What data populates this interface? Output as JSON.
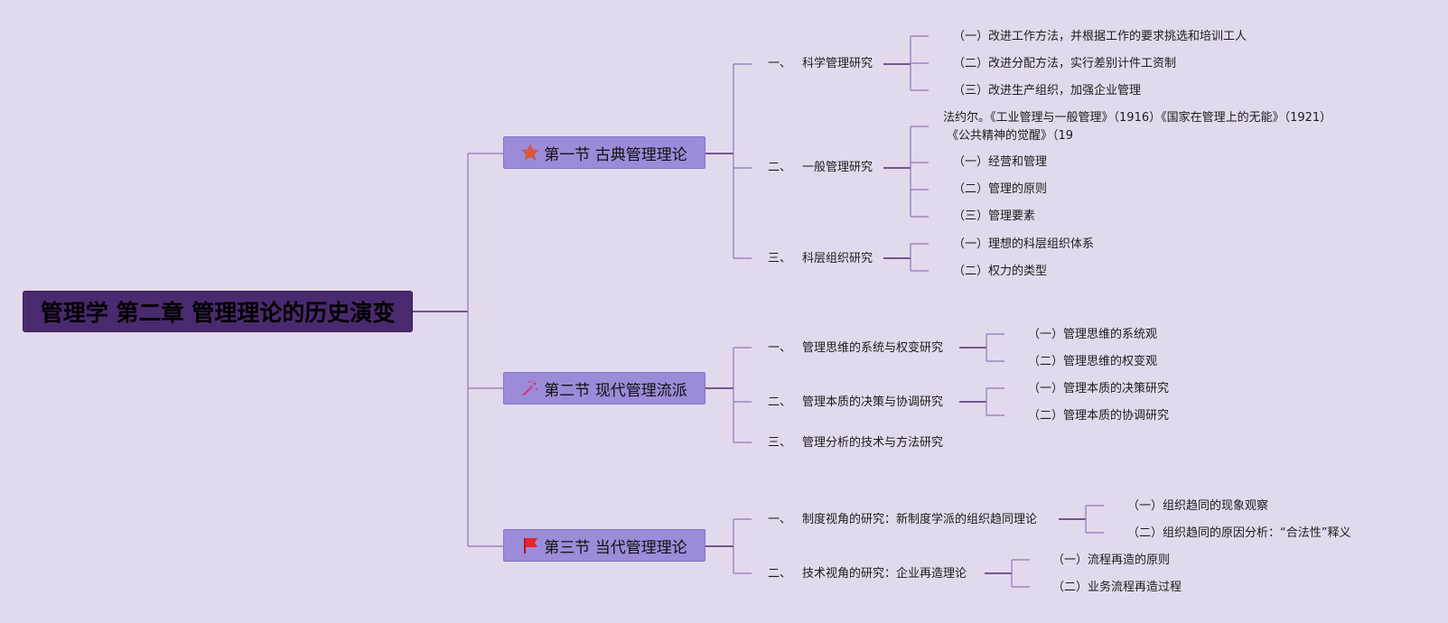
{
  "root": {
    "title": "管理学 第二章 管理理论的历史演变"
  },
  "sections": [
    {
      "icon": "star-icon",
      "title": "第一节 古典管理理论",
      "topics": [
        {
          "num": "一、",
          "text": "科学管理研究",
          "items": [
            "（一）改进工作方法，并根据工作的要求挑选和培训工人",
            "（二）改进分配方法，实行差别计件工资制",
            "（三）改进生产组织，加强企业管理"
          ]
        },
        {
          "num": "二、",
          "text": "一般管理研究",
          "note": [
            "法约尔。《工业管理与一般管理》（1916）《国家在管理上的无能》（1921）",
            "《公共精神的觉醒》（19"
          ],
          "items": [
            "（一）经营和管理",
            "（二）管理的原则",
            "（三）管理要素"
          ]
        },
        {
          "num": "三、",
          "text": "科层组织研究",
          "items": [
            "（一）理想的科层组织体系",
            "（二）权力的类型"
          ]
        }
      ]
    },
    {
      "icon": "magic-wand-icon",
      "title": "第二节 现代管理流派",
      "topics": [
        {
          "num": "一、",
          "text": "管理思维的系统与权变研究",
          "items": [
            "（一）管理思维的系统观",
            "（二）管理思维的权变观"
          ]
        },
        {
          "num": "二、",
          "text": "管理本质的决策与协调研究",
          "items": [
            "（一）管理本质的决策研究",
            "（二）管理本质的协调研究"
          ]
        },
        {
          "num": "三、",
          "text": "管理分析的技术与方法研究",
          "items": []
        }
      ]
    },
    {
      "icon": "red-flag-icon",
      "title": "第三节 当代管理理论",
      "topics": [
        {
          "num": "一、",
          "text": "制度视角的研究：新制度学派的组织趋同理论",
          "items": [
            "（一）组织趋同的现象观察",
            "（二）组织趋同的原因分析：“合法性”释义"
          ]
        },
        {
          "num": "二、",
          "text": "技术视角的研究：企业再造理论",
          "items": [
            "（一）流程再造的原则",
            "（二）业务流程再造过程"
          ]
        }
      ]
    }
  ],
  "colors": {
    "background": "#e3d9ed",
    "root_fill": "#4a2a6e",
    "section_fill": "#9b8bd9",
    "line": "#4b2d6e",
    "connector": "#8a78b6"
  }
}
